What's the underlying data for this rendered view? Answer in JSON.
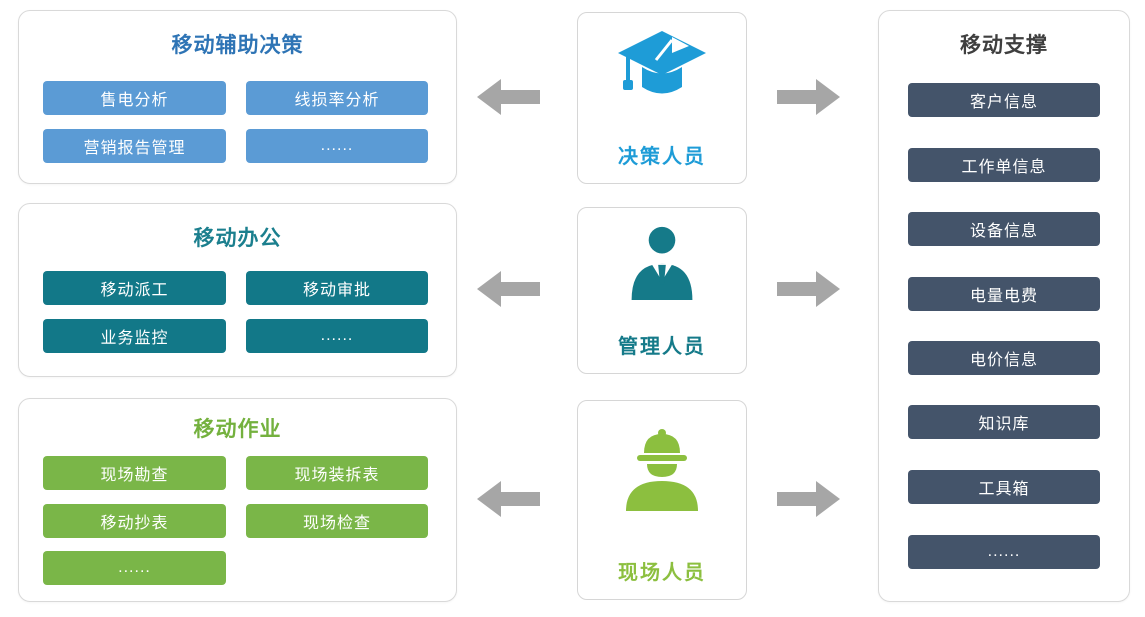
{
  "colors": {
    "blue_button": "#5B9BD5",
    "blue_title": "#2E74B5",
    "teal_button": "#127888",
    "teal_title": "#1B7F8E",
    "green_button": "#7AB648",
    "green_title": "#74B13E",
    "navy_button": "#44546A",
    "dark_title": "#3F3F3F",
    "arrow_gray": "#A6A6A6",
    "decision_role_color": "#1E9CD7",
    "manager_role_color": "#157A89",
    "field_role_color": "#8CBF3F"
  },
  "panels": {
    "decision": {
      "title": "移动辅助决策",
      "buttons": [
        "售电分析",
        "线损率分析",
        "营销报告管理",
        "......"
      ]
    },
    "office": {
      "title": "移动办公",
      "buttons": [
        "移动派工",
        "移动审批",
        "业务监控",
        "......"
      ]
    },
    "field": {
      "title": "移动作业",
      "buttons": [
        "现场勘查",
        "现场装拆表",
        "移动抄表",
        "现场检查",
        "......"
      ]
    },
    "support": {
      "title": "移动支撑",
      "buttons": [
        "客户信息",
        "工作单信息",
        "设备信息",
        "电量电费",
        "电价信息",
        "知识库",
        "工具箱",
        "......"
      ]
    }
  },
  "roles": {
    "decision": {
      "label": "决策人员",
      "icon": "graduation-cap-icon"
    },
    "manager": {
      "label": "管理人员",
      "icon": "manager-icon"
    },
    "field": {
      "label": "现场人员",
      "icon": "worker-icon"
    }
  }
}
